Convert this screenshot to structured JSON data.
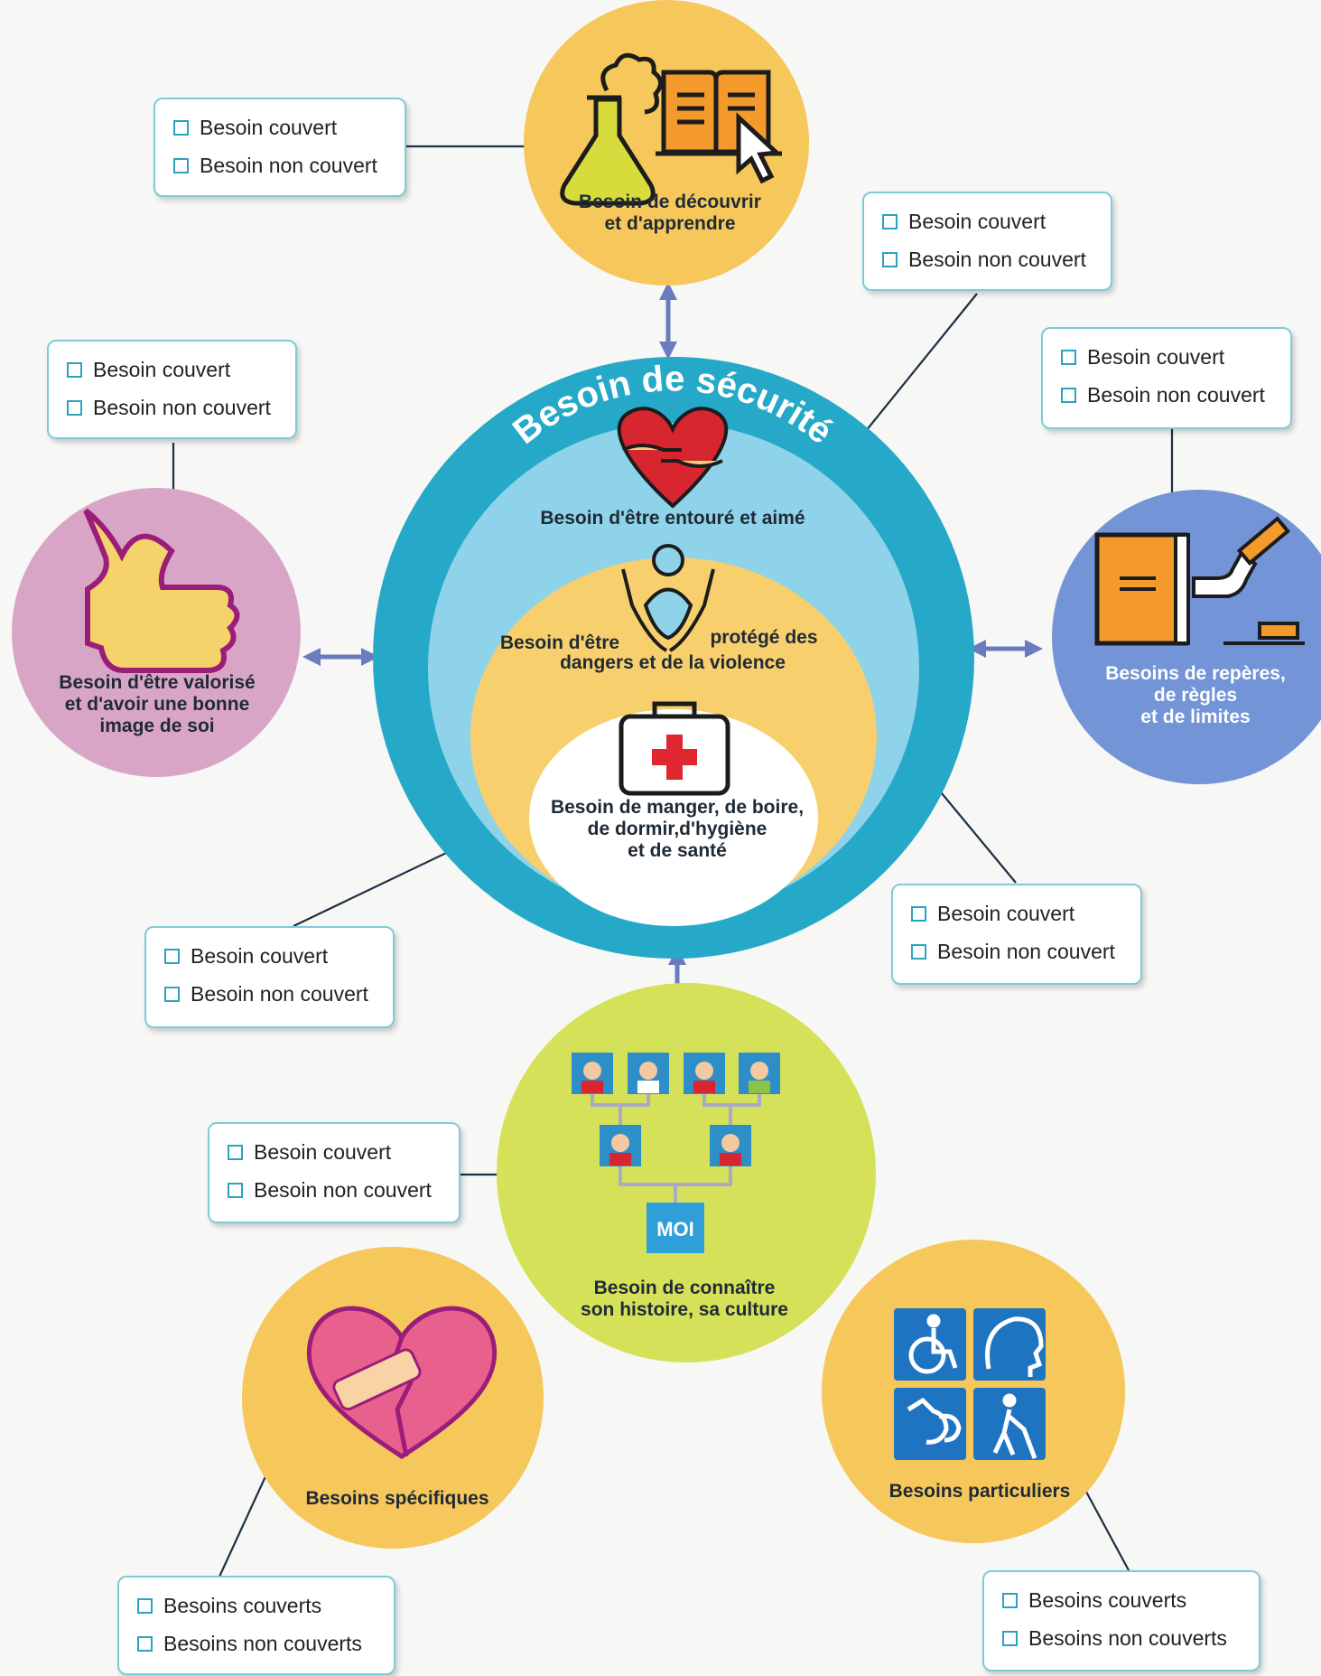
{
  "title_ring": "Besoin de sécurité",
  "options": {
    "covered": "Besoin couvert",
    "not_covered": "Besoin non couvert",
    "covered_plural": "Besoins couverts",
    "not_covered_plural": "Besoins non couverts"
  },
  "needs": {
    "learn": "Besoin de découvrir\net d'apprendre",
    "loved": "Besoin d'être entouré et aimé",
    "protected_1": "Besoin d'être",
    "protected_2": "protégé des",
    "protected_3": "dangers et de la violence",
    "basic": "Besoin de manger, de boire,\nde dormir,d'hygiène\net de santé",
    "valued": "Besoin d'être valorisé\net d'avoir une bonne\nimage de soi",
    "rules": "Besoins de repères,\nde règles\net de limites",
    "history": "Besoin de connaître\nson histoire, sa culture",
    "specific": "Besoins spécifiques",
    "particular": "Besoins particuliers"
  },
  "family_tree": {
    "me_label": "MOI"
  },
  "colors": {
    "yellow_circle": "#f6c75a",
    "outer_ring": "#26a9c9",
    "middle_ring": "#8ed3ea",
    "inner_yellow": "#f8cf6d",
    "pink_circle": "#d9a5c7",
    "blue_circle": "#7394d6",
    "green_circle": "#d6e15a",
    "arrow": "#6b7bbf",
    "box_border": "#7ecbd8"
  },
  "icons": [
    "flask-icon",
    "book-icon",
    "cursor-icon",
    "hug-heart-icon",
    "protecting-hands-icon",
    "first-aid-kit-icon",
    "thumbs-up-icon",
    "law-book-icon",
    "gavel-icon",
    "family-tree-icon",
    "broken-heart-icon",
    "wheelchair-icon",
    "head-icon",
    "sign-language-icon",
    "blind-cane-icon"
  ]
}
